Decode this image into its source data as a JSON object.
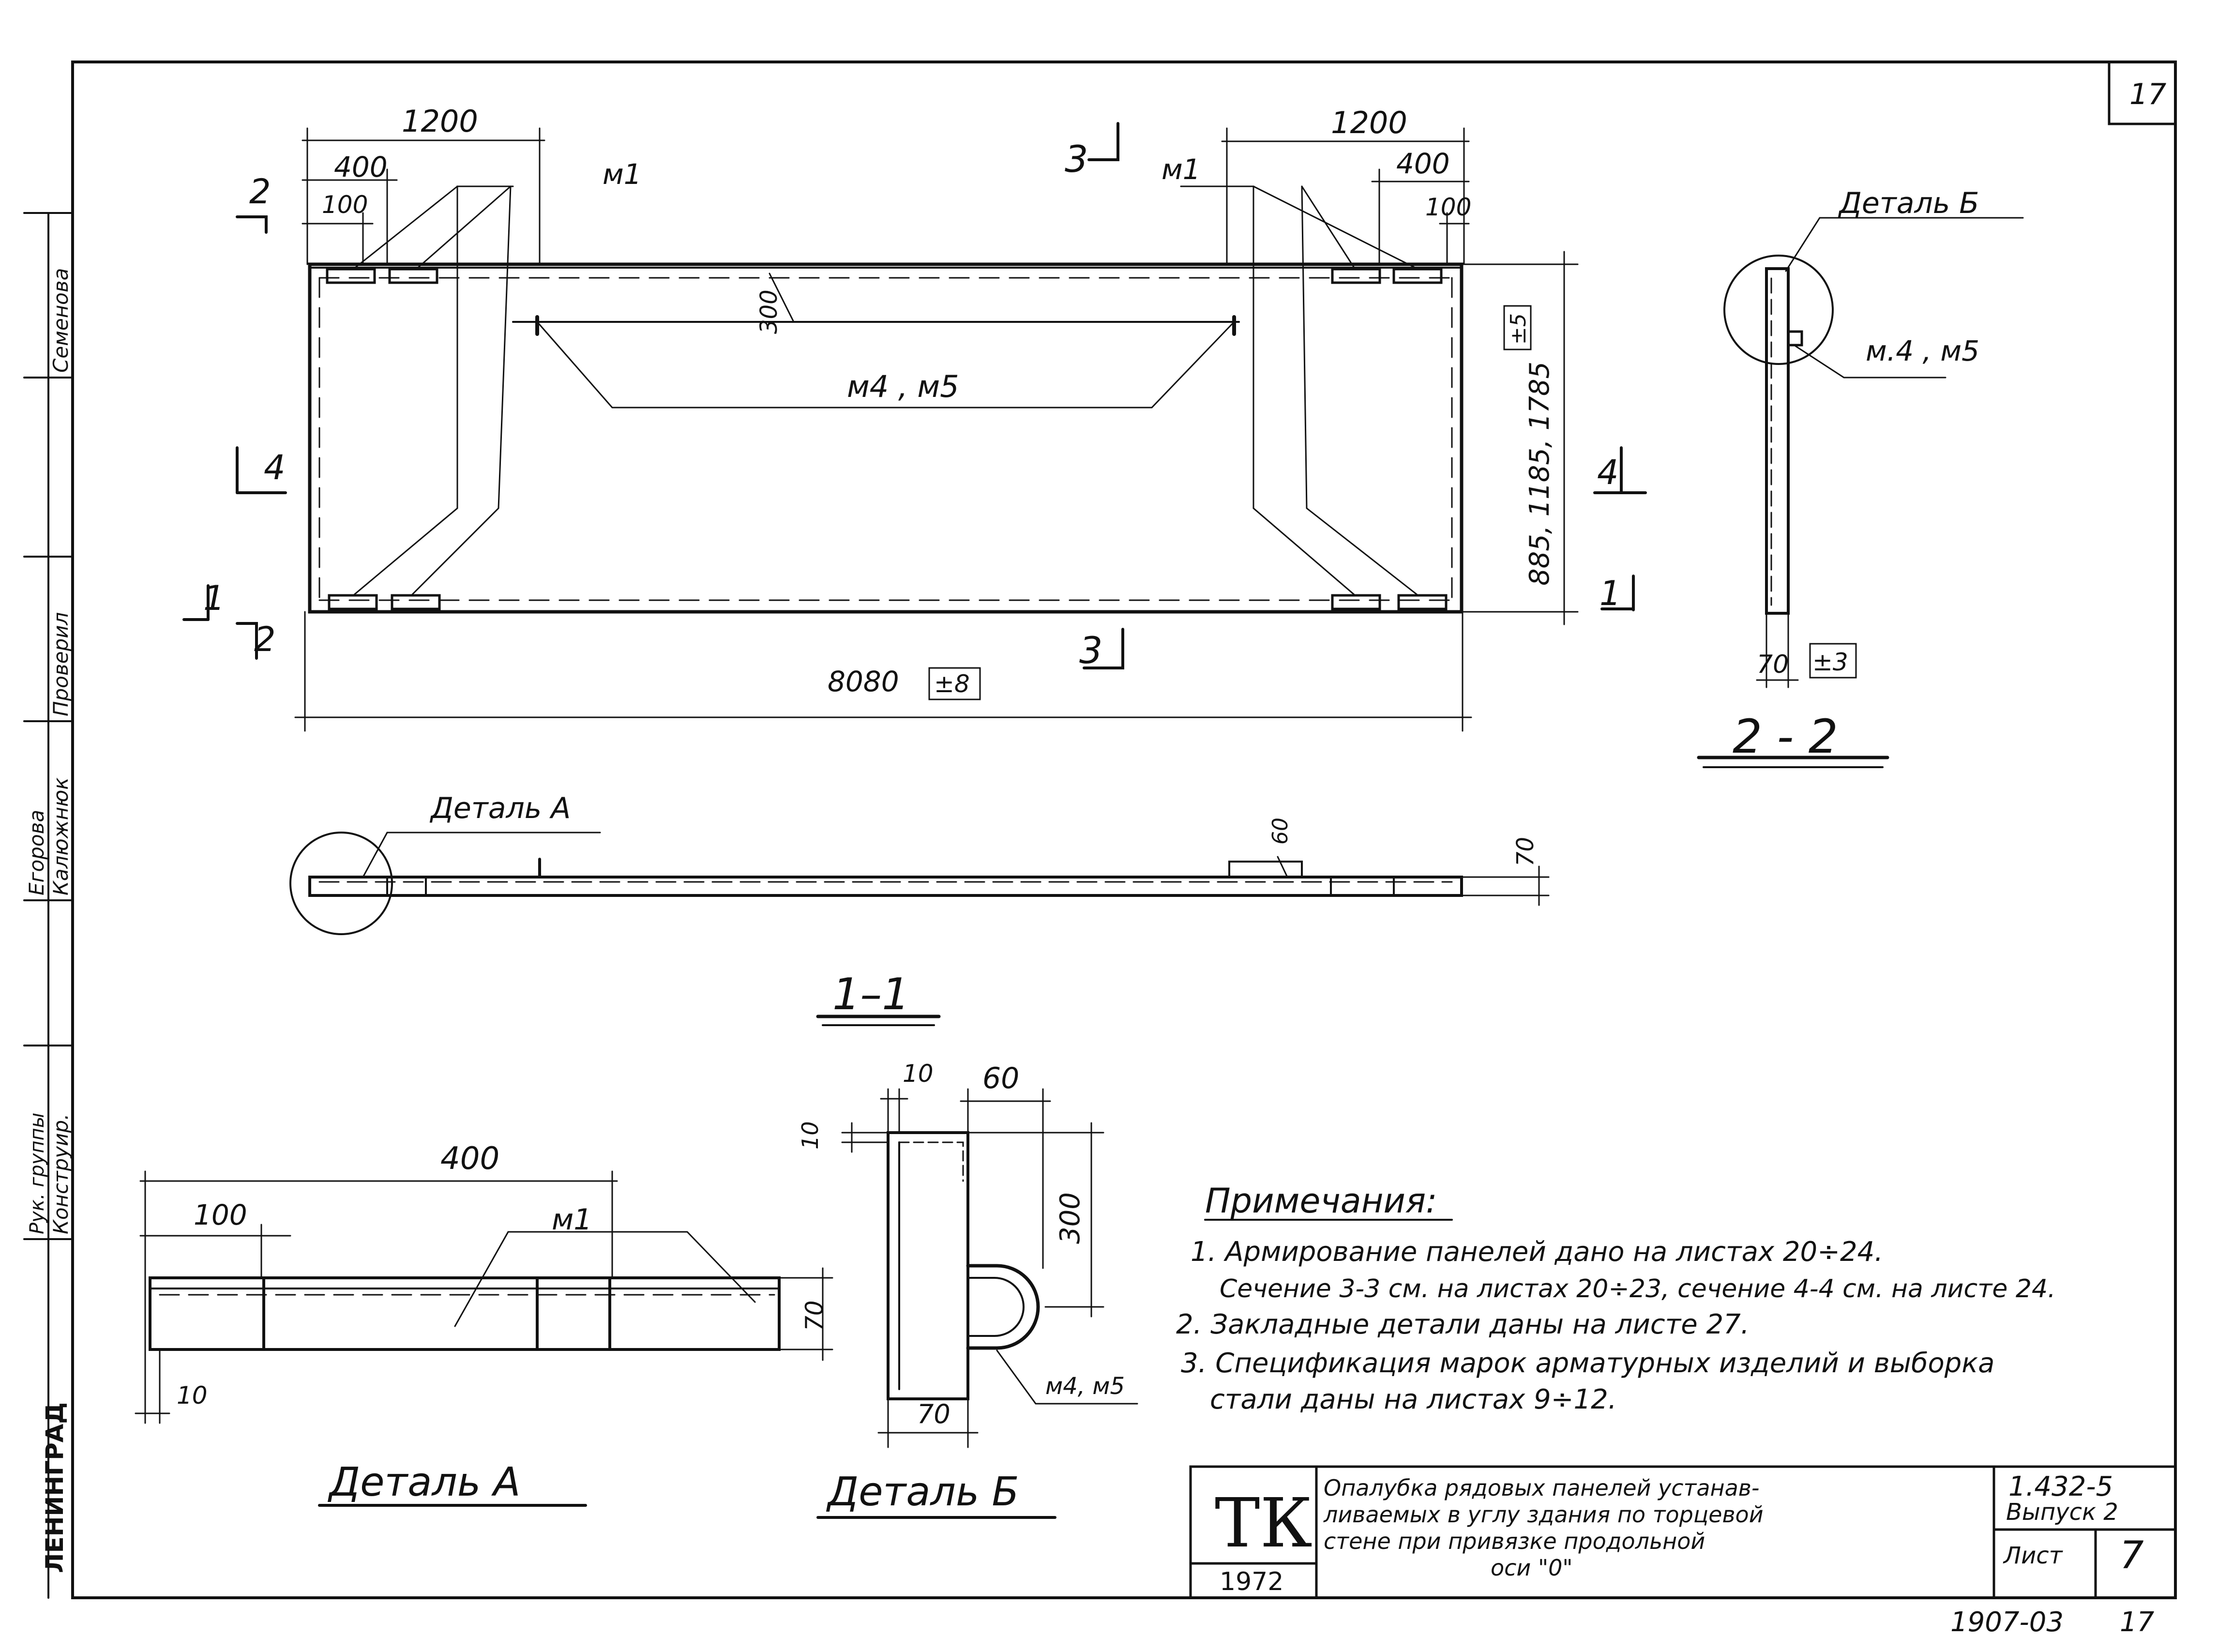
{
  "sheet": {
    "corner_number": "17",
    "ink_color": "#111111",
    "paper_color": "#ffffff"
  },
  "plan": {
    "dim_left_1200": "1200",
    "dim_left_400": "400",
    "dim_left_100": "100",
    "dim_right_1200": "1200",
    "dim_right_400": "400",
    "dim_right_100": "100",
    "label_m1_left": "м1",
    "label_m1_right": "м1",
    "label_300": "300",
    "label_m4m5": "м4 , м5",
    "height_dims": "885, 1185, 1785",
    "height_tol": "±5",
    "length": "8080",
    "length_tol": "±8",
    "cut_2_top": "2",
    "cut_2_bottom": "2",
    "cut_4_left": "4",
    "cut_4_right": "4",
    "cut_1_left": "1",
    "cut_1_right": "1",
    "cut_3_top": "3",
    "cut_3_bottom": "3"
  },
  "section_22": {
    "detail_label": "Деталь Б",
    "mark_label": "м.4 , м5",
    "dim_70": "70",
    "tol": "±3",
    "title": "2 - 2"
  },
  "section_11": {
    "detail_label": "Деталь А",
    "dim_60": "60",
    "dim_70": "70",
    "title": "1–1"
  },
  "detail_a": {
    "dim_400": "400",
    "dim_100": "100",
    "dim_10": "10",
    "dim_70": "70",
    "mark": "м1",
    "title": "Деталь А"
  },
  "detail_b": {
    "dim_10_top": "10",
    "dim_60": "60",
    "dim_10_left": "10",
    "dim_300": "300",
    "dim_70": "70",
    "mark": "м4, м5",
    "title": "Деталь Б"
  },
  "notes": {
    "heading": "Примечания:",
    "line1": "1. Армирование панелей дано на листах 20÷24.",
    "line2": "Сечение 3-3 см. на листах 20÷23, сечение 4-4 см. на листе 24.",
    "line3": "2. Закладные детали даны на листе 27.",
    "line4": "3. Спецификация марок арматурных изделий и выборка",
    "line5": "стали даны на листах 9÷12."
  },
  "title_block": {
    "logo": "ТК",
    "year": "1972",
    "description_l1": "Опалубка рядовых панелей устанав-",
    "description_l2": "ливаемых в углу здания по торцевой",
    "description_l3": "стене при привязке продольной",
    "description_l4": "оси \"0\"",
    "series": "1.432-5",
    "issue": "Выпуск 2",
    "sheet_label": "Лист",
    "sheet_number": "7",
    "archive_number": "1907-03",
    "archive_page": "17"
  },
  "side_stamp": {
    "city": "ЛЕНИНГРАД",
    "role_konstr": "Конструир.",
    "role_ruk": "Рук. группы",
    "name_kalyuzhnyuk": "Калюжнюк",
    "name_egorova": "Егорова",
    "role_proveril": "Проверил",
    "name_semenova": "Семенова"
  }
}
